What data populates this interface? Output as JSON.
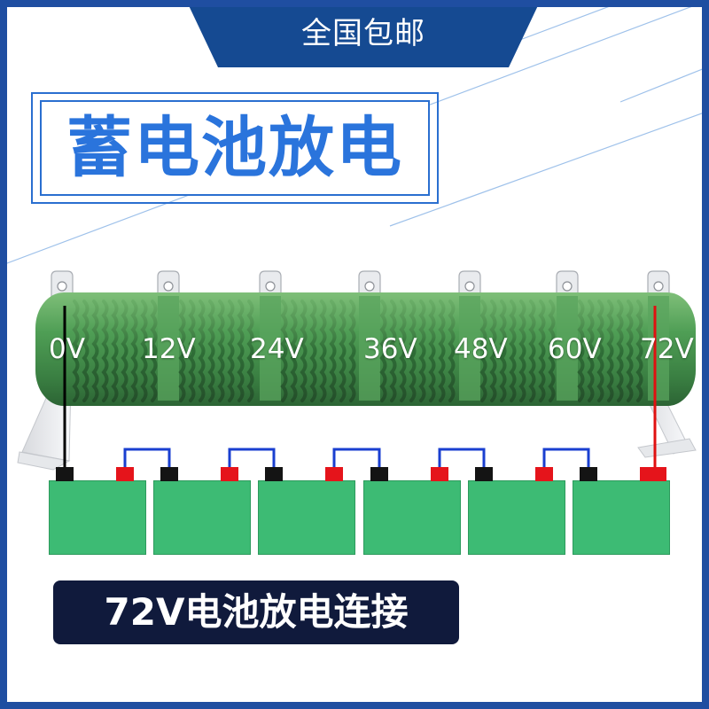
{
  "banner": {
    "text": "全国包邮"
  },
  "title": {
    "text": "蓄电池放电"
  },
  "resistor": {
    "body_color": "#4a9a54",
    "taps": [
      {
        "label": "0V"
      },
      {
        "label": "12V"
      },
      {
        "label": "24V"
      },
      {
        "label": "36V"
      },
      {
        "label": "48V"
      },
      {
        "label": "60V"
      },
      {
        "label": "72V"
      }
    ]
  },
  "batteries": {
    "count": 6,
    "color": "#3dbb74",
    "negative_color": "#141414",
    "positive_color": "#e5141b",
    "link_color": "#1a3fd0"
  },
  "wires": {
    "negative_color": "#000000",
    "positive_color": "#e01010"
  },
  "caption": {
    "text": "72V电池放电连接"
  },
  "theme": {
    "frame": "#1f4ea1",
    "banner_bg": "#154a92",
    "title_color": "#2a74dc",
    "caption_bg": "#101a3c"
  }
}
